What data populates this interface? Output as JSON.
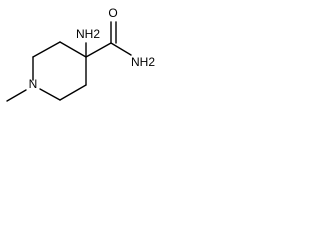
{
  "molecule": {
    "labels": {
      "amine": "NH2",
      "carbonyl_oxygen": "O",
      "amide": "NH2",
      "ring_nitrogen": "N"
    }
  }
}
